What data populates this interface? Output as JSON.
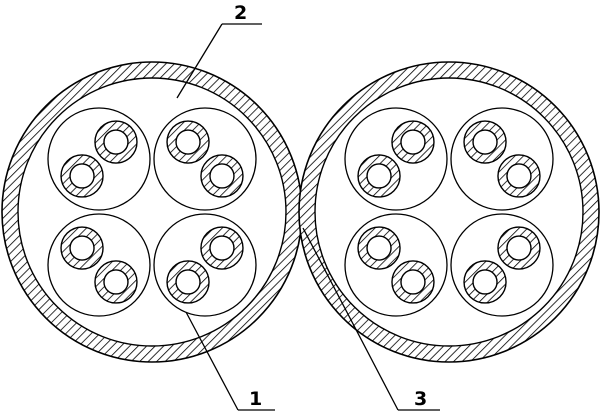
{
  "drawing": {
    "line_color": "#000000",
    "background": "#ffffff",
    "hatch_pattern": "diagonal-hatch"
  },
  "callouts": {
    "c1": "1",
    "c2": "2",
    "c3": "3"
  }
}
